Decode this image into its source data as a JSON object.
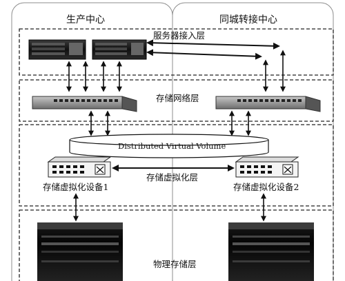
{
  "centers": {
    "left": "生产中心",
    "right": "同城转接中心"
  },
  "layers": {
    "server": "服务器接入层",
    "network": "存储网络层",
    "virtualization": "存储虚拟化层",
    "physical": "物理存储层"
  },
  "volume_label": "Distributed Virtual Volume",
  "devices": {
    "virt_left": "存储虚拟化设备1",
    "virt_right": "存储虚拟化设备2"
  }
}
